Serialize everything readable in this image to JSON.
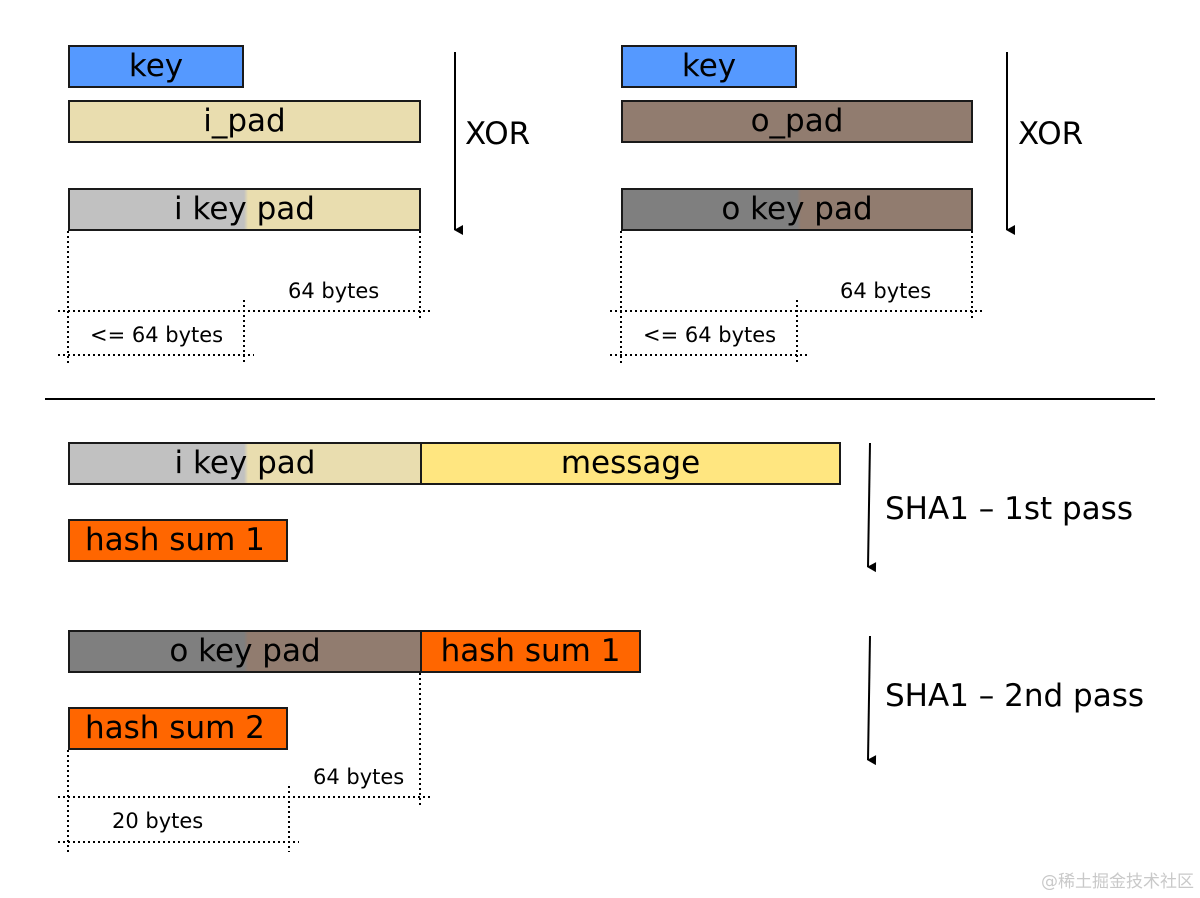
{
  "top_left": {
    "key": "key",
    "pad": "i_pad",
    "result": "i key pad",
    "op": "XOR",
    "full_size": "64 bytes",
    "key_size": "<= 64 bytes"
  },
  "top_right": {
    "key": "key",
    "pad": "o_pad",
    "result": "o key pad",
    "op": "XOR",
    "full_size": "64 bytes",
    "key_size": "<= 64 bytes"
  },
  "pass1": {
    "ikeypad": "i key pad",
    "message": "message",
    "hash": "hash sum 1",
    "label": "SHA1 – 1st pass"
  },
  "pass2": {
    "okeypad": "o key pad",
    "hash_in": "hash sum 1",
    "hash_out": "hash sum 2",
    "label": "SHA1 – 2nd pass",
    "full_size": "64 bytes",
    "hash_size": "20 bytes"
  },
  "watermark": "@稀土掘金技术社区",
  "colors": {
    "key": "#5599ff",
    "i_pad": "#e9ddaf",
    "o_pad": "#917c6f",
    "key_gray_light": "#c1c1c1",
    "key_gray_dark": "#7f7f7f",
    "message": "#ffe680",
    "hash": "#ff6600"
  }
}
